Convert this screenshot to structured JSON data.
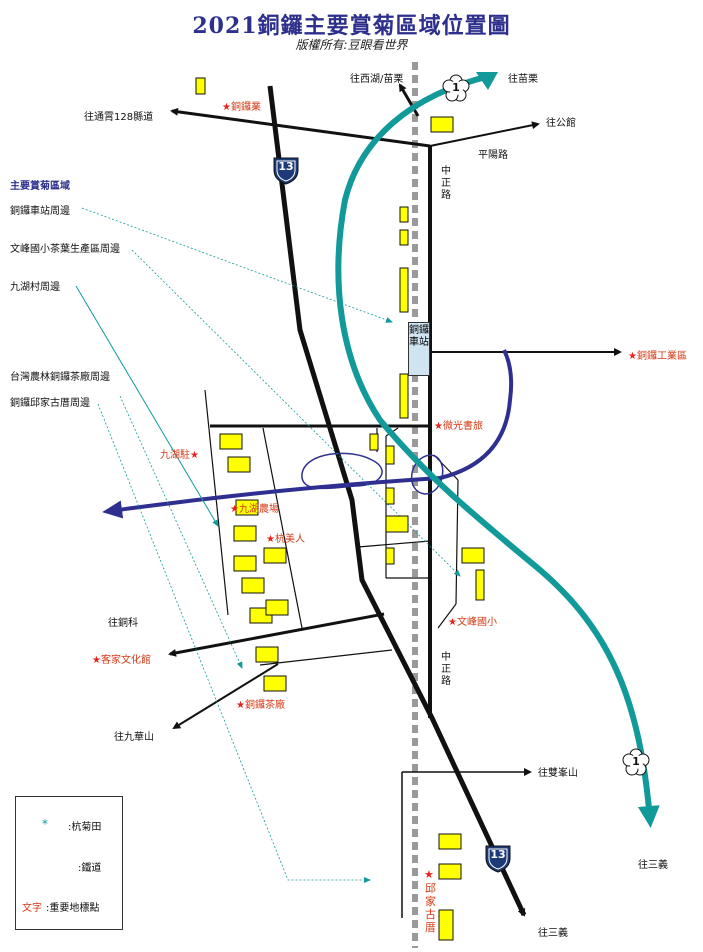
{
  "header": {
    "title": "2021銅鑼主要賞菊區域位置圖",
    "subtitle": "版權所有:豆眼看世界"
  },
  "roads": {
    "hw13_shield": "13",
    "hw1_shield": "1",
    "zhongzheng_road": "中正路",
    "pingyang_road": "平陽路"
  },
  "directions": {
    "to_xihu_miaoli": "往西湖/苗栗",
    "to_miaoli": "往苗栗",
    "to_tongxiao_128": "往通霄128縣道",
    "to_gongguan": "往公館",
    "to_tongke": "往銅科",
    "to_jiuhuashan": "往九華山",
    "to_shuangfengshan": "往雙峯山",
    "to_sanyi_1": "往三義",
    "to_sanyi_2": "往三義"
  },
  "landmarks": {
    "tongluo_ye": "銅鑼業",
    "tongluo_station": "銅鑼車站",
    "tongluo_industrial": "銅鑼工業區",
    "weiguang_bookstore": "微光書旅",
    "jiuhu_inn": "九湖駐",
    "jiuhu_farm": "九湖農場",
    "hang_meiren": "杭美人",
    "wenfeng_school": "文峰國小",
    "hakka_museum": "客家文化館",
    "tongluo_tea_factory": "銅鑼茶廠",
    "qiu_house": "邱家古厝"
  },
  "areas": {
    "heading": "主要賞菊區域",
    "items": [
      "銅鑼車站周邊",
      "文峰國小茶葉生產區周邊",
      "九湖村周邊",
      "台灣農林銅鑼茶廠周邊",
      "銅鑼邱家古厝周邊"
    ]
  },
  "legend": {
    "field_symbol": "*",
    "field_label": ":杭菊田",
    "rail_label": ":鐵道",
    "sample_text": "文字",
    "landmark_label": ":重要地標點"
  },
  "colors": {
    "hw1": "#12999a",
    "bypass": "#2e2f90",
    "field": "#ffff00",
    "rail": "#9a9a9a",
    "landmark": "#d53a16"
  }
}
